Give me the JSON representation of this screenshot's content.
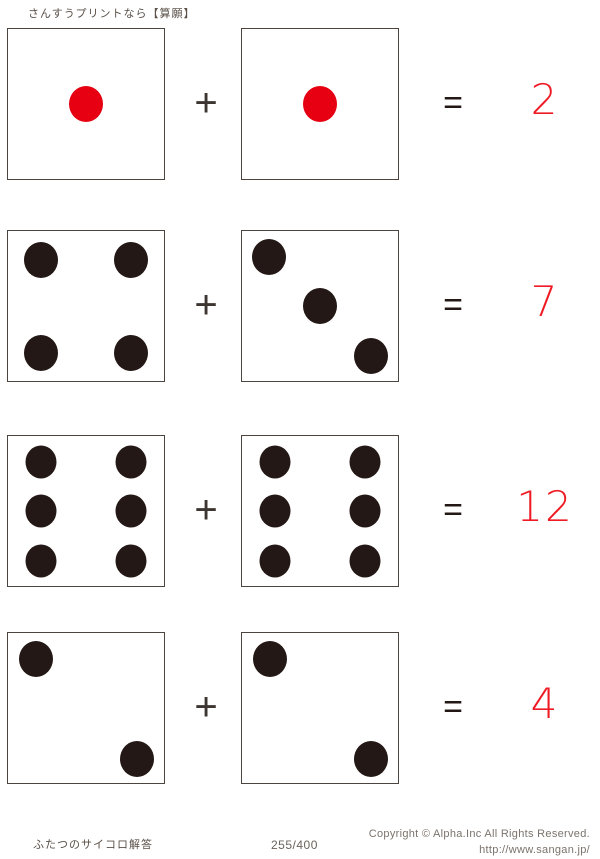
{
  "header": {
    "title": "さんすうプリントなら【算願】"
  },
  "colors": {
    "pip_black": "#231815",
    "pip_red": "#e60012",
    "answer_red": "#ef1b24",
    "die_border": "#4c443f",
    "text_gray": "#5a5048"
  },
  "operators": {
    "plus": "+",
    "equals": "="
  },
  "problems": [
    {
      "index": 1,
      "left_die": {
        "value": 1,
        "pip_color": "red"
      },
      "right_die": {
        "value": 1,
        "pip_color": "red"
      },
      "operator": "+",
      "equals": "=",
      "answer": "2"
    },
    {
      "index": 2,
      "left_die": {
        "value": 4,
        "pip_color": "black"
      },
      "right_die": {
        "value": 3,
        "pip_color": "black"
      },
      "operator": "+",
      "equals": "=",
      "answer": "7"
    },
    {
      "index": 3,
      "left_die": {
        "value": 6,
        "pip_color": "black"
      },
      "right_die": {
        "value": 6,
        "pip_color": "black"
      },
      "operator": "+",
      "equals": "=",
      "answer": "12"
    },
    {
      "index": 4,
      "left_die": {
        "value": 2,
        "pip_color": "black"
      },
      "right_die": {
        "value": 2,
        "pip_color": "black"
      },
      "operator": "+",
      "equals": "=",
      "answer": "4"
    }
  ],
  "footer": {
    "label": "ふたつのサイコロ解答",
    "page": "255/400",
    "copyright": "Copyright ©  Alpha.Inc All Rights Reserved.",
    "url": "http://www.sangan.jp/"
  }
}
